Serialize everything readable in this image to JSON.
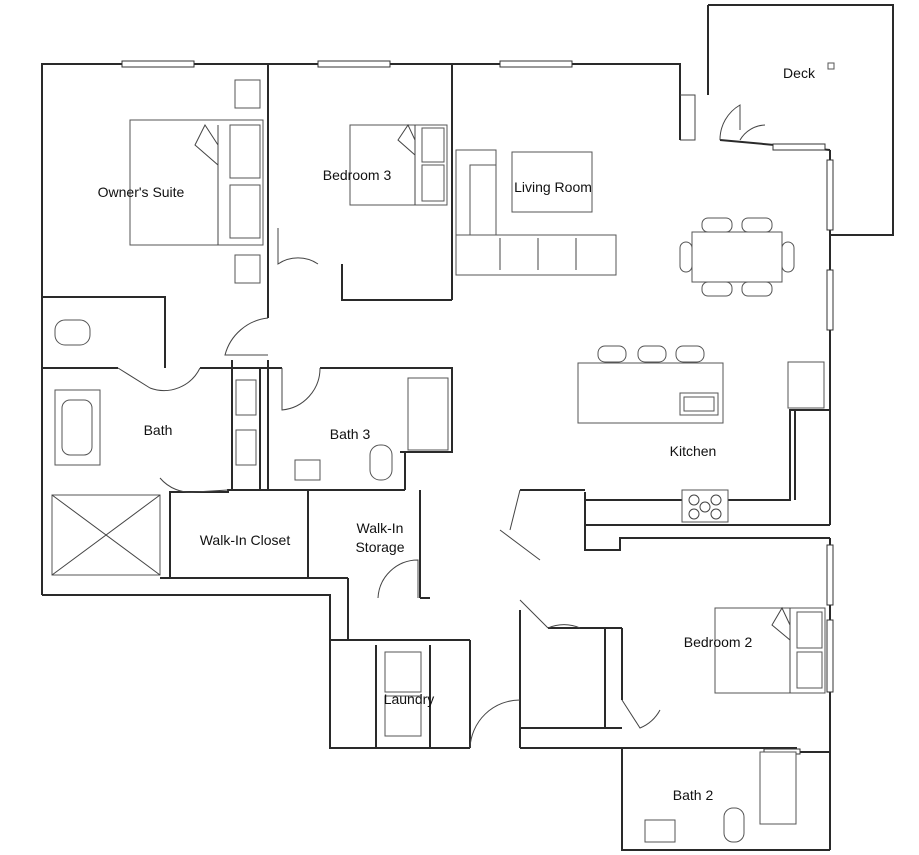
{
  "rooms": {
    "owners_suite": "Owner's Suite",
    "bedroom_3": "Bedroom 3",
    "living_room": "Living Room",
    "deck": "Deck",
    "bath": "Bath",
    "bath_3": "Bath 3",
    "kitchen": "Kitchen",
    "walk_in_closet": "Walk-In Closet",
    "walk_in_storage_line1": "Walk-In",
    "walk_in_storage_line2": "Storage",
    "bedroom_2": "Bedroom 2",
    "laundry": "Laundry",
    "bath_2": "Bath 2"
  }
}
